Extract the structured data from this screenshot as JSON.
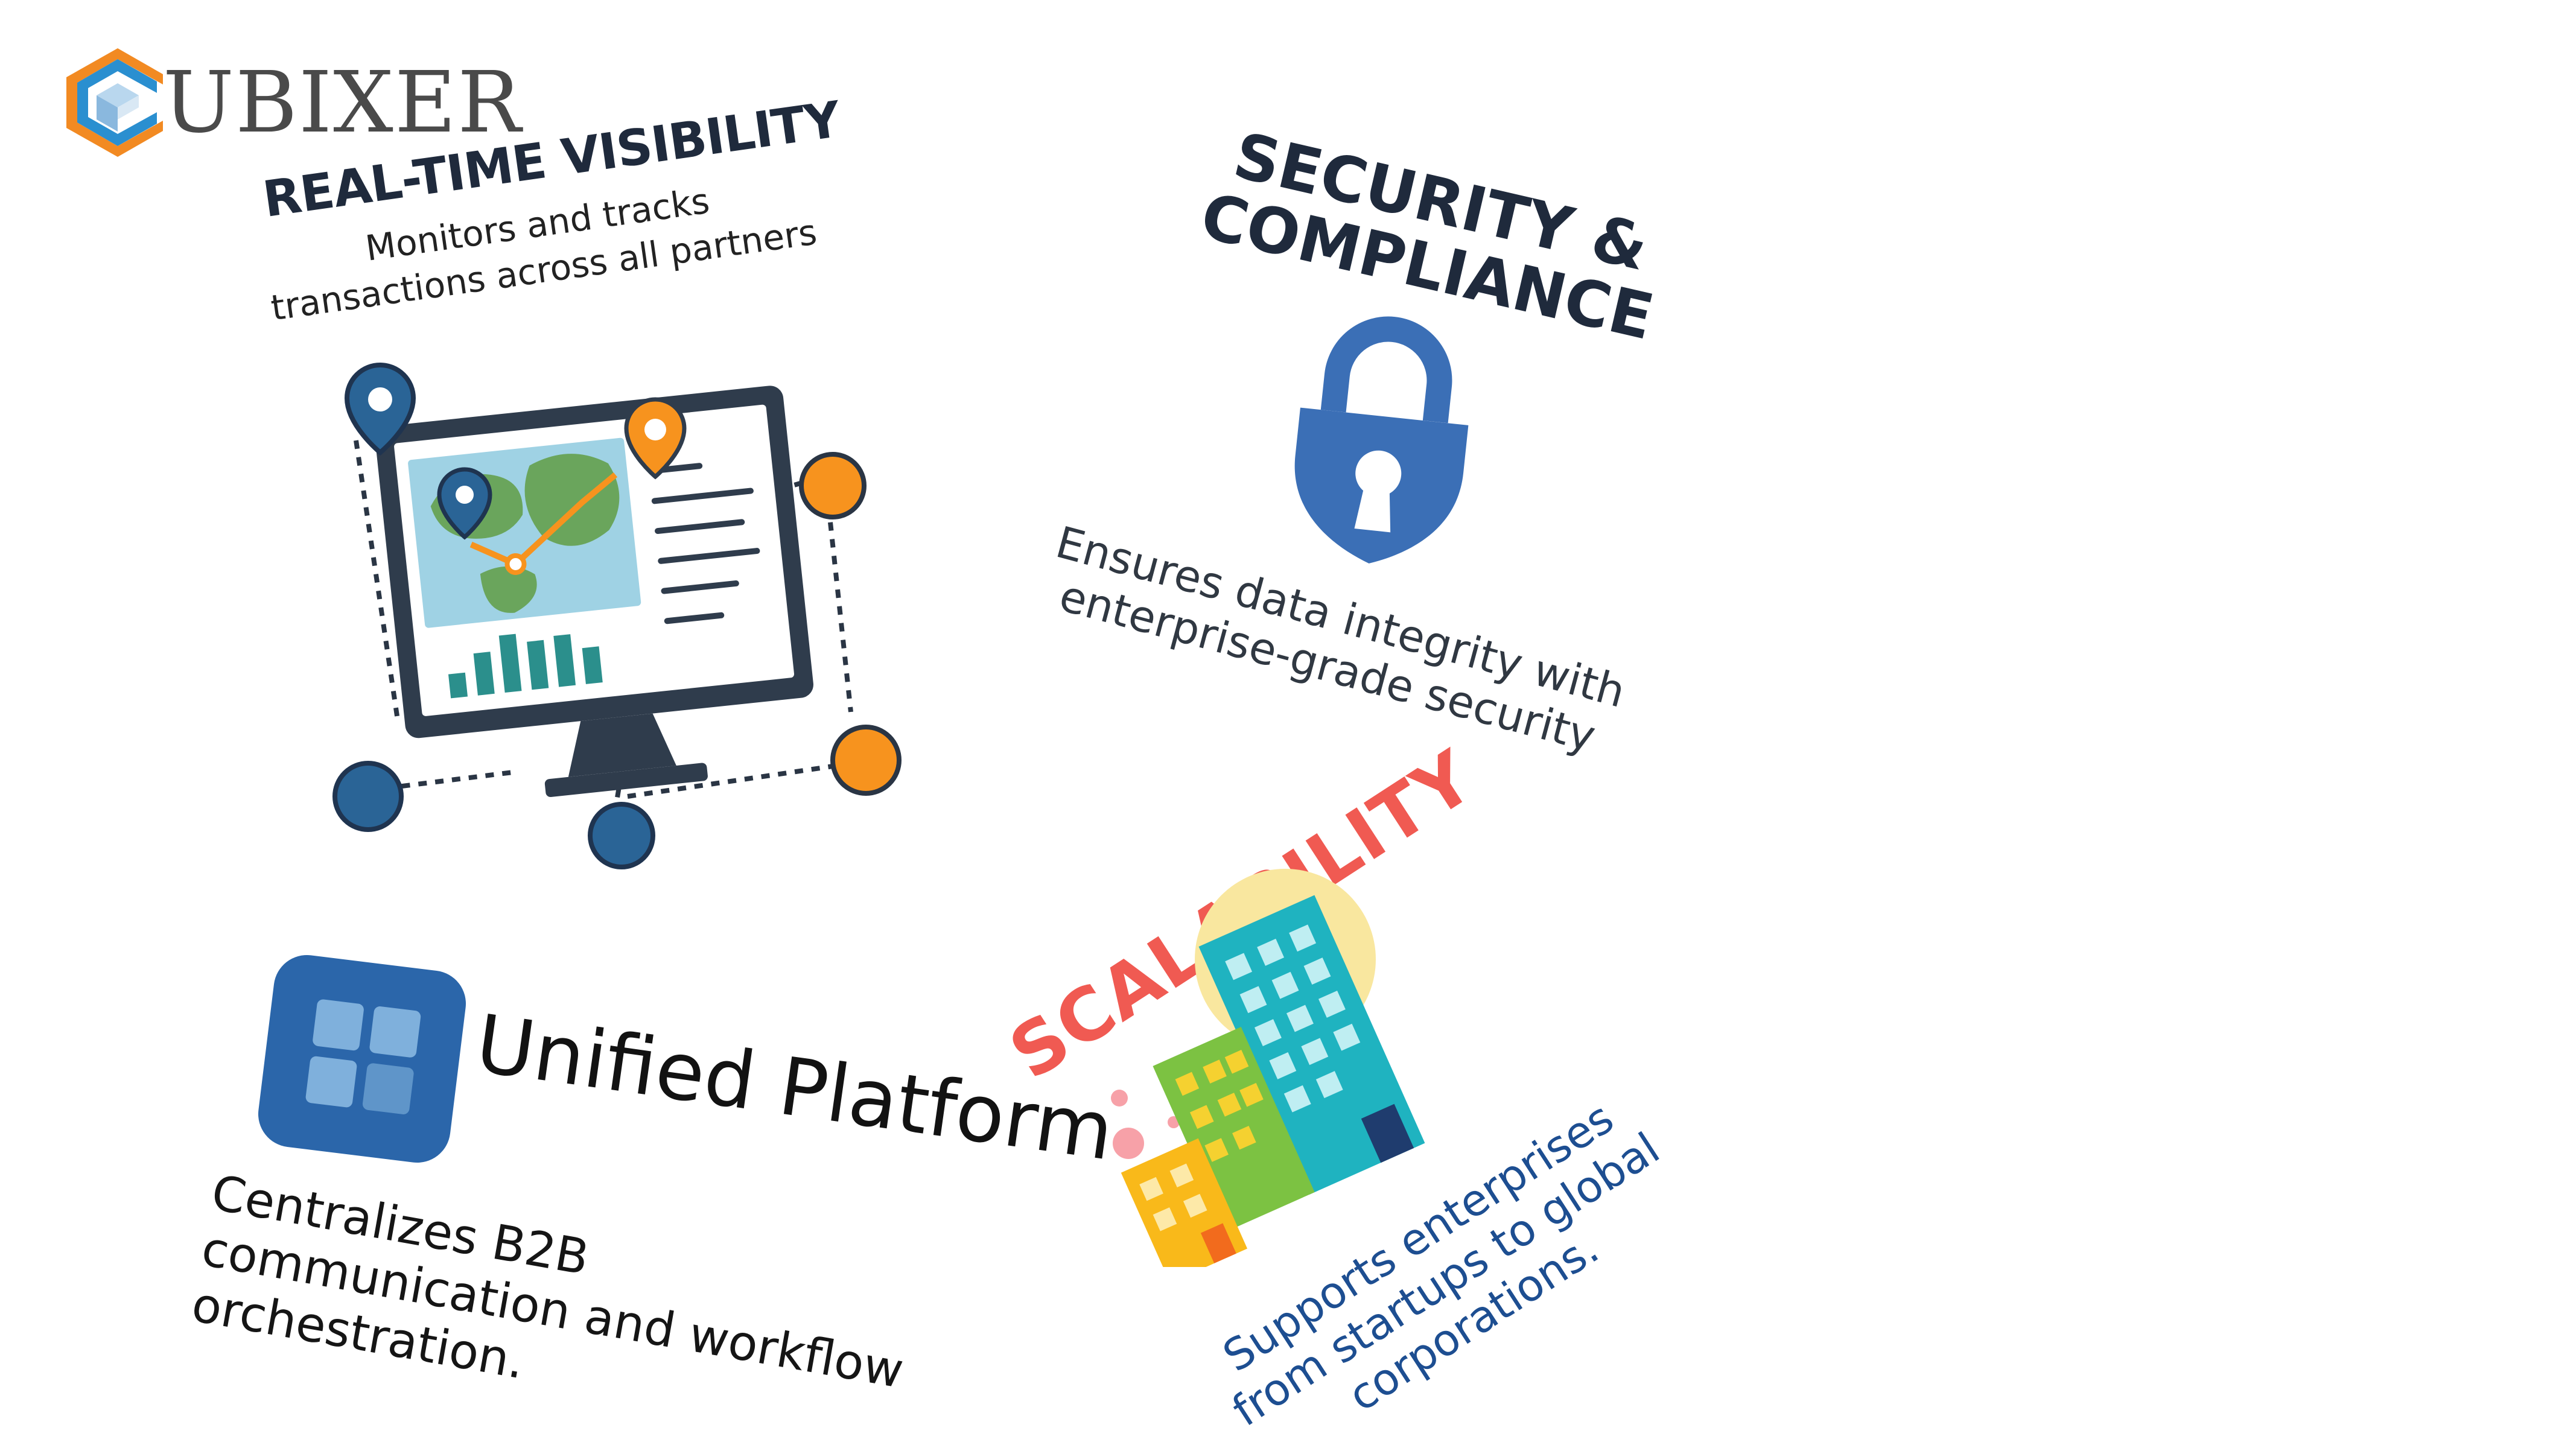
{
  "logo": {
    "text": "UBIXER",
    "colors": {
      "orange": "#f28a22",
      "blue": "#2a8fd0",
      "gray": "#4a4a4a"
    }
  },
  "features": {
    "real_time_visibility": {
      "title": "REAL-TIME VISIBILITY",
      "description": "Monitors and tracks transactions across all partners",
      "icon": "monitor-map-network-icon"
    },
    "security_compliance": {
      "title": "SECURITY & COMPLIANCE",
      "description": "Ensures data integrity with enterprise-grade security",
      "icon": "padlock-icon"
    },
    "unified_platform": {
      "title": "Unified Platform",
      "description": "Centralizes B2B communication and workflow orchestration.",
      "icon": "grid-app-icon"
    },
    "scalability": {
      "title": "SCALABILITY",
      "description": "Supports enterprises from startups to global corporations.",
      "icon": "buildings-icon"
    }
  },
  "colors": {
    "heading_dark": "#1f2a3c",
    "lock_blue": "#3b6fb6",
    "unified_blue": "#2b66aa",
    "scalability_red": "#f05a52",
    "scalability_text": "#1d4e91",
    "accent_orange": "#f7931e",
    "node_blue": "#2a6496"
  }
}
